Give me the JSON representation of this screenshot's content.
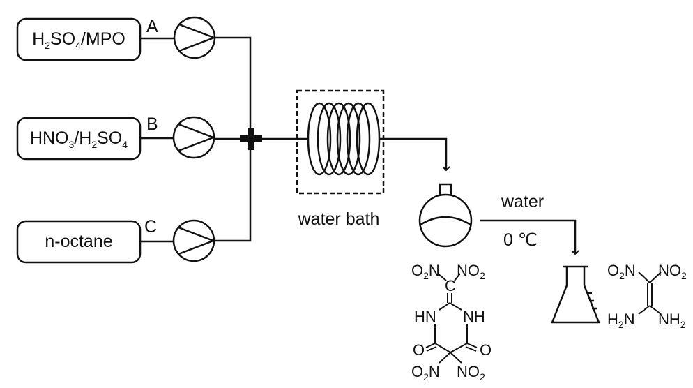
{
  "reservoirs": {
    "a": {
      "parts": [
        "H",
        "2",
        "SO",
        "4",
        "/MPO"
      ]
    },
    "b": {
      "parts": [
        "HNO",
        "3",
        "/H",
        "2",
        "SO",
        "4"
      ]
    },
    "c": {
      "label": "n-octane"
    }
  },
  "pump_labels": {
    "a": "A",
    "b": "B",
    "c": "C"
  },
  "water_bath_label": "water bath",
  "quench": {
    "reagent": "water",
    "temperature": "0 ℃"
  },
  "intermediate": {
    "top_left": [
      "O",
      "2",
      "N"
    ],
    "top_right": [
      "NO",
      "2"
    ],
    "carbon": "C",
    "nh_left": "HN",
    "nh_right": "NH",
    "o_left": "O",
    "o_right": "O",
    "bottom_left": [
      "O",
      "2",
      "N"
    ],
    "bottom_right": [
      "NO",
      "2"
    ]
  },
  "product": {
    "top_left": [
      "O",
      "2",
      "N"
    ],
    "top_right": [
      "NO",
      "2"
    ],
    "bottom_left": [
      "H",
      "2",
      "N"
    ],
    "bottom_right": [
      "NH",
      "2"
    ]
  },
  "colors": {
    "line": "#111111",
    "background": "#ffffff"
  }
}
